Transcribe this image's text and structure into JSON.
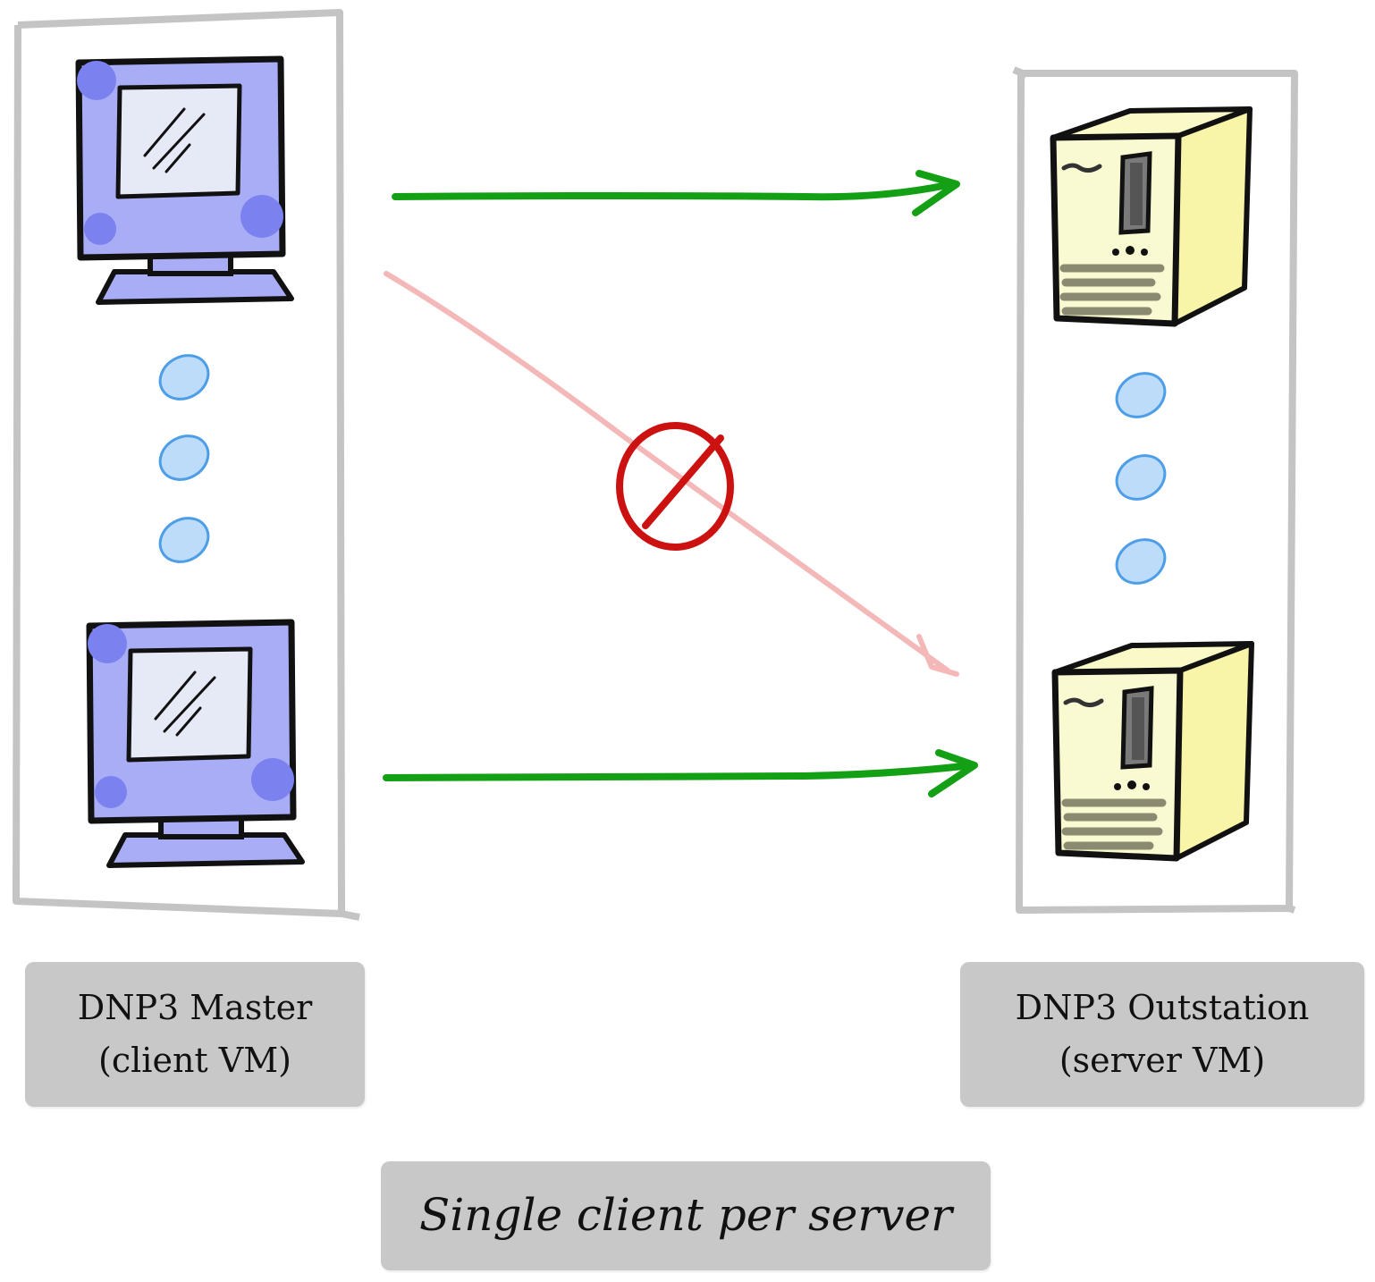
{
  "master": {
    "label_line1": "DNP3 Master",
    "label_line2": "(client VM)",
    "icon": "computer-monitor-icon",
    "color": "#a8adf6"
  },
  "outstation": {
    "label_line1": "DNP3 Outstation",
    "label_line2": "(server VM)",
    "icon": "server-tower-icon",
    "color": "#fafac8"
  },
  "caption": "Single client per server",
  "connections": [
    {
      "from": "master-1",
      "to": "outstation-1",
      "status": "allowed",
      "color": "#14a014"
    },
    {
      "from": "master-2",
      "to": "outstation-2",
      "status": "allowed",
      "color": "#14a014"
    },
    {
      "from": "master-1",
      "to": "outstation-2",
      "status": "blocked",
      "color": "#f4b8b8"
    }
  ],
  "prohibited_icon": {
    "name": "no-entry-icon",
    "color": "#cc1111"
  },
  "ellipsis_dot_color": "#bcdcfa"
}
